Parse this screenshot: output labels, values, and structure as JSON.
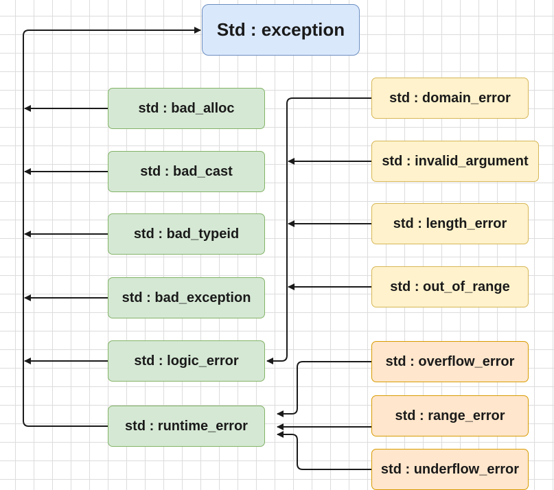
{
  "diagram": {
    "root": {
      "label": "Std : exception"
    },
    "direct_children": [
      {
        "id": "bad_alloc",
        "label": "std : bad_alloc"
      },
      {
        "id": "bad_cast",
        "label": "std : bad_cast"
      },
      {
        "id": "bad_typeid",
        "label": "std : bad_typeid"
      },
      {
        "id": "bad_exception",
        "label": "std : bad_exception"
      },
      {
        "id": "logic_error",
        "label": "std : logic_error"
      },
      {
        "id": "runtime_error",
        "label": "std : runtime_error"
      }
    ],
    "logic_error_children": [
      {
        "id": "domain_error",
        "label": "std : domain_error"
      },
      {
        "id": "invalid_argument",
        "label": "std : invalid_argument"
      },
      {
        "id": "length_error",
        "label": "std : length_error"
      },
      {
        "id": "out_of_range",
        "label": "std : out_of_range"
      }
    ],
    "runtime_error_children": [
      {
        "id": "overflow_error",
        "label": "std : overflow_error"
      },
      {
        "id": "range_error",
        "label": "std : range_error"
      },
      {
        "id": "underflow_error",
        "label": "std : underflow_error"
      }
    ],
    "colors": {
      "root_fill": "#dae8fc",
      "root_stroke": "#6c8ebf",
      "base_fill": "#d5e8d4",
      "base_stroke": "#82b366",
      "logic_fill": "#fff2cc",
      "logic_stroke": "#d6b656",
      "runtime_fill": "#ffe6cc",
      "runtime_stroke": "#d79b00",
      "edge": "#1a1a1a"
    }
  }
}
